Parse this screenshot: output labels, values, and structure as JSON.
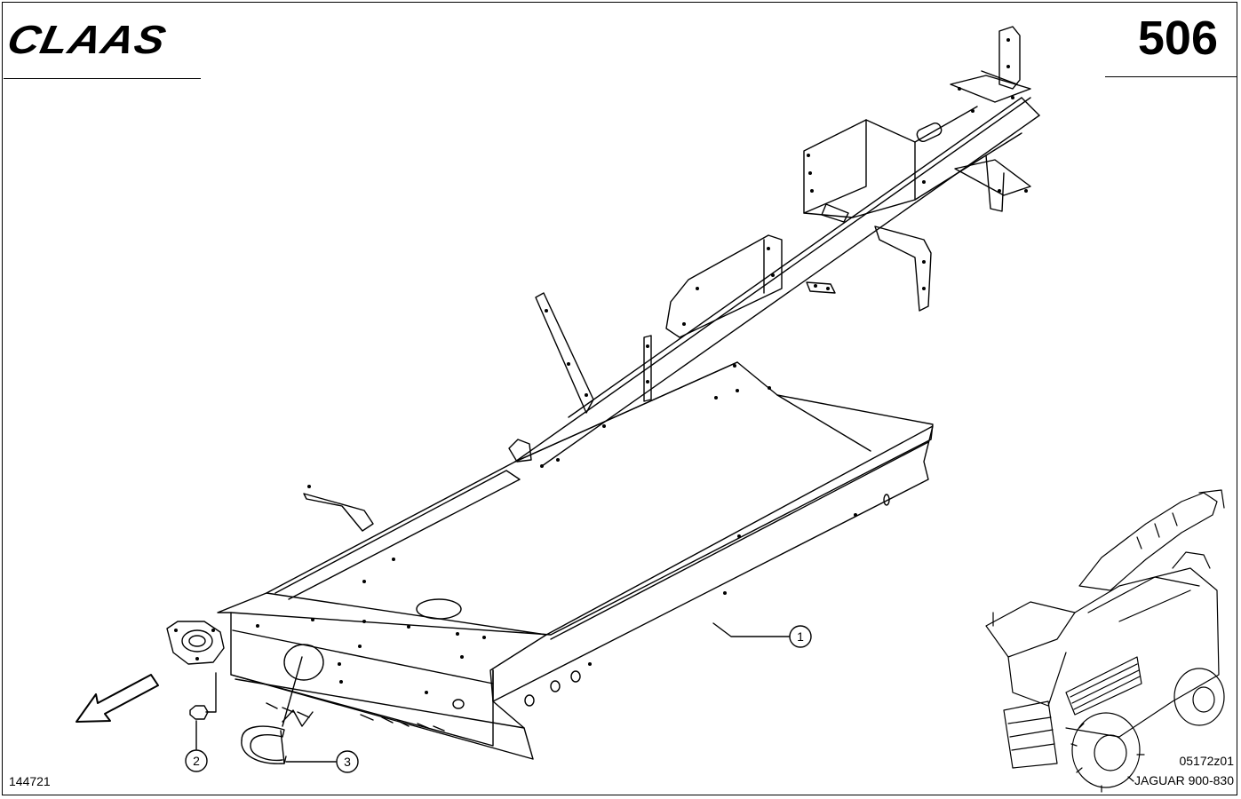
{
  "header": {
    "logo_text": "CLAAS",
    "page_number": "506"
  },
  "callouts": [
    {
      "id": "1",
      "label": "1"
    },
    {
      "id": "2",
      "label": "2"
    },
    {
      "id": "3",
      "label": "3"
    }
  ],
  "footer": {
    "figure_id": "144721",
    "drawing_code": "05172z01",
    "model": "JAGUAR 900-830"
  },
  "direction_arrow": {
    "meaning": "direction of travel",
    "icon": "arrow-left-down-icon"
  }
}
